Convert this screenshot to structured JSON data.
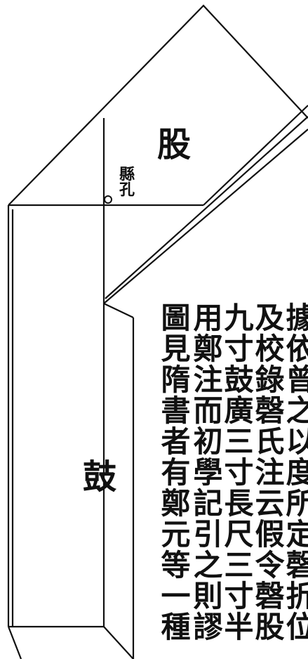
{
  "diagram": {
    "labels": {
      "gu": "股",
      "gu_drum": "鼓",
      "hanging_hole": "縣孔"
    },
    "ink_color": "#111111"
  },
  "text_columns": [
    "據依曾之以度所定磬折位",
    "及校錄磬氏注云假令磬股",
    "九寸鼓廣三寸長尺三寸半",
    "用鄭注而初學記引之則謬",
    "圖見隋書者有鄭元等一種"
  ]
}
